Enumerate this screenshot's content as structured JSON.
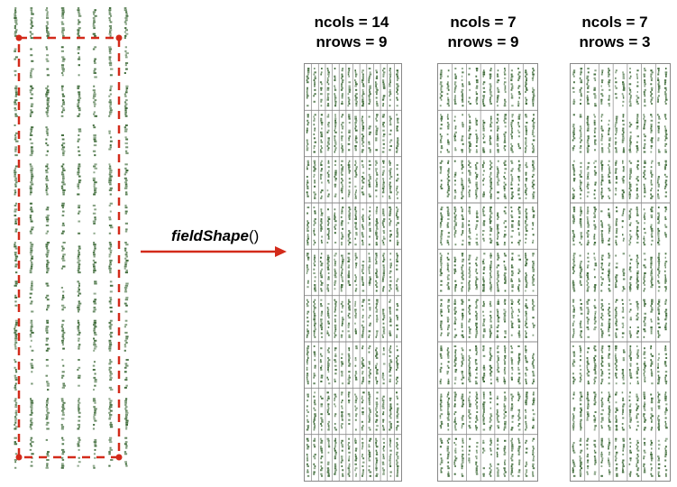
{
  "function_label": {
    "name": "fieldShape",
    "suffix": "()"
  },
  "panels": [
    {
      "cols_label": "ncols = 14",
      "rows_label": "nrows = 9",
      "ncols": 14,
      "nrows": 9
    },
    {
      "cols_label": "ncols = 7",
      "rows_label": "nrows = 9",
      "ncols": 7,
      "nrows": 9
    },
    {
      "cols_label": "ncols = 7",
      "rows_label": "nrows = 3",
      "ncols": 7,
      "nrows": 3
    }
  ],
  "colors": {
    "arrow": "#d32a1a",
    "boundary": "#d32a1a",
    "plant": "#3f6b3a",
    "grid": "#8a8a8a"
  }
}
